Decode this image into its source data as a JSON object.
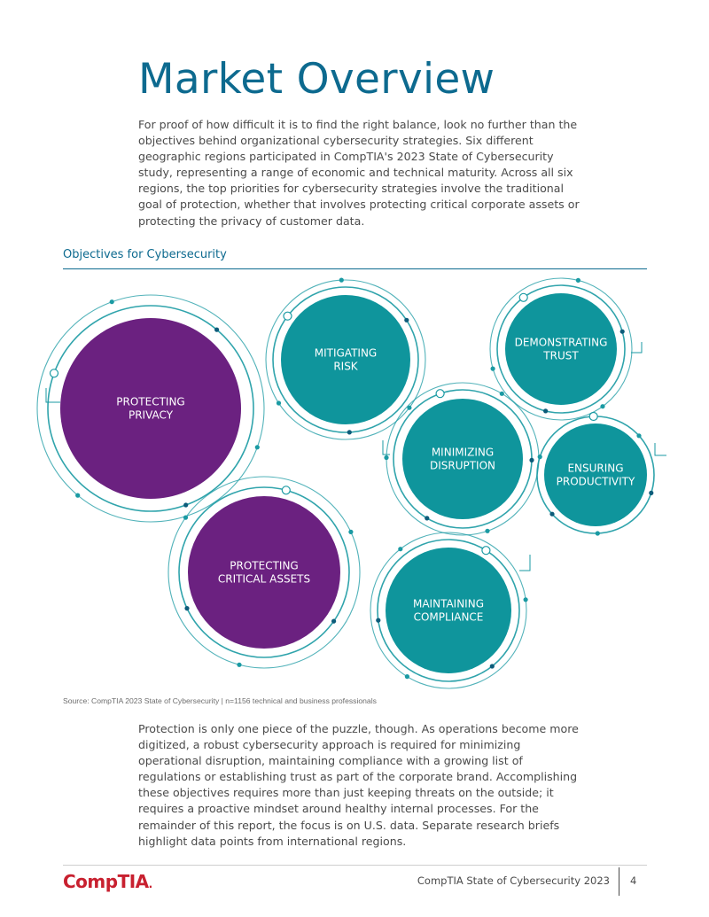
{
  "page": {
    "title": "Market Overview",
    "intro": "For proof of how difficult it is to find the right balance, look no further than the objectives behind organizational cybersecurity strategies. Six different geographic regions participated in CompTIA's 2023 State of Cybersecurity study, representing a range of economic and technical maturity. Across all six regions, the top priorities for cybersecurity strategies involve the traditional goal of protection, whether that involves protecting critical corporate assets or protecting the privacy of customer data.",
    "section_title": "Objectives for Cybersecurity",
    "source": "Source: CompTIA 2023 State of Cybersecurity | n=1156 technical and business professionals",
    "outro": "Protection is only one piece of the puzzle, though. As operations become more digitized, a robust cybersecurity approach is required for minimizing operational disruption, maintaining compliance with a growing list of regulations or establishing trust as part of the corporate brand. Accomplishing these objectives requires more than just keeping threats on the outside; it requires a proactive mindset around healthy internal processes. For the remainder of this report, the focus is on U.S. data. Separate research briefs highlight data points from international regions."
  },
  "colors": {
    "purple": "#6b2180",
    "teal": "#0f959c",
    "ring": "#1a9aa3",
    "navy": "#0d5c7a"
  },
  "objectives": [
    {
      "id": "protecting-privacy",
      "lines": [
        "PROTECTING",
        "PRIVACY"
      ],
      "color": "purple"
    },
    {
      "id": "mitigating-risk",
      "lines": [
        "MITIGATING",
        "RISK"
      ],
      "color": "teal"
    },
    {
      "id": "demonstrating-trust",
      "lines": [
        "DEMONSTRATING",
        "TRUST"
      ],
      "color": "teal"
    },
    {
      "id": "minimizing-disruption",
      "lines": [
        "MINIMIZING",
        "DISRUPTION"
      ],
      "color": "teal"
    },
    {
      "id": "ensuring-productivity",
      "lines": [
        "ENSURING",
        "PRODUCTIVITY"
      ],
      "color": "teal"
    },
    {
      "id": "protecting-critical-assets",
      "lines": [
        "PROTECTING",
        "CRITICAL ASSETS"
      ],
      "color": "purple"
    },
    {
      "id": "maintaining-compliance",
      "lines": [
        "MAINTAINING",
        "COMPLIANCE"
      ],
      "color": "teal"
    }
  ],
  "footer": {
    "logo": "CompTIA",
    "logo_mark": ".",
    "publication": "CompTIA State of Cybersecurity 2023",
    "page_number": "4"
  }
}
